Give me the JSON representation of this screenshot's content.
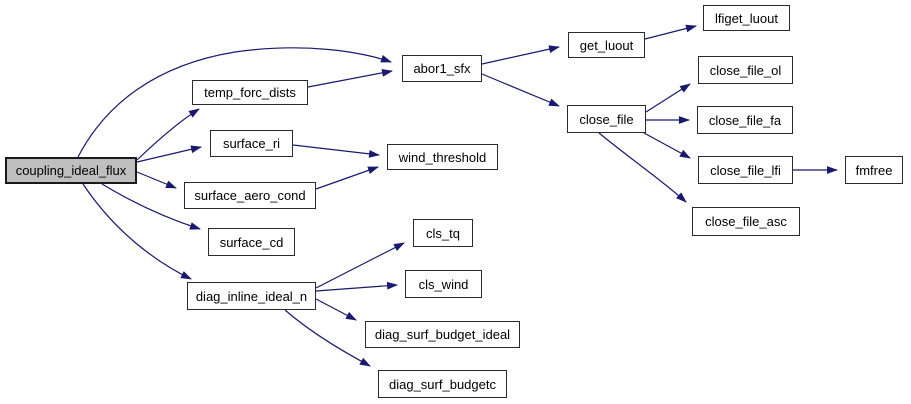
{
  "diagram": {
    "type": "call-graph",
    "colors": {
      "edge": "#191970",
      "node_border": "#2b2b2b",
      "node_fill": "#ffffff",
      "root_fill": "#bfbfbf",
      "text": "#000000",
      "background": "#ffffff"
    },
    "nodes": [
      {
        "label": "coupling_ideal_flux",
        "root": true
      },
      {
        "label": "temp_forc_dists"
      },
      {
        "label": "surface_ri"
      },
      {
        "label": "surface_aero_cond"
      },
      {
        "label": "surface_cd"
      },
      {
        "label": "diag_inline_ideal_n"
      },
      {
        "label": "abor1_sfx"
      },
      {
        "label": "wind_threshold"
      },
      {
        "label": "cls_tq"
      },
      {
        "label": "cls_wind"
      },
      {
        "label": "diag_surf_budget_ideal"
      },
      {
        "label": "diag_surf_budgetc"
      },
      {
        "label": "get_luout"
      },
      {
        "label": "close_file"
      },
      {
        "label": "lfiget_luout"
      },
      {
        "label": "close_file_ol"
      },
      {
        "label": "close_file_fa"
      },
      {
        "label": "close_file_lfi"
      },
      {
        "label": "close_file_asc"
      },
      {
        "label": "fmfree"
      }
    ],
    "edges": [
      {
        "from": "coupling_ideal_flux",
        "to": "abor1_sfx"
      },
      {
        "from": "coupling_ideal_flux",
        "to": "temp_forc_dists"
      },
      {
        "from": "coupling_ideal_flux",
        "to": "surface_ri"
      },
      {
        "from": "coupling_ideal_flux",
        "to": "surface_aero_cond"
      },
      {
        "from": "coupling_ideal_flux",
        "to": "surface_cd"
      },
      {
        "from": "coupling_ideal_flux",
        "to": "diag_inline_ideal_n"
      },
      {
        "from": "temp_forc_dists",
        "to": "abor1_sfx"
      },
      {
        "from": "surface_ri",
        "to": "wind_threshold"
      },
      {
        "from": "surface_aero_cond",
        "to": "wind_threshold"
      },
      {
        "from": "abor1_sfx",
        "to": "get_luout"
      },
      {
        "from": "abor1_sfx",
        "to": "close_file"
      },
      {
        "from": "get_luout",
        "to": "lfiget_luout"
      },
      {
        "from": "close_file",
        "to": "close_file_ol"
      },
      {
        "from": "close_file",
        "to": "close_file_fa"
      },
      {
        "from": "close_file",
        "to": "close_file_lfi"
      },
      {
        "from": "close_file",
        "to": "close_file_asc"
      },
      {
        "from": "close_file_lfi",
        "to": "fmfree"
      },
      {
        "from": "diag_inline_ideal_n",
        "to": "cls_tq"
      },
      {
        "from": "diag_inline_ideal_n",
        "to": "cls_wind"
      },
      {
        "from": "diag_inline_ideal_n",
        "to": "diag_surf_budget_ideal"
      },
      {
        "from": "diag_inline_ideal_n",
        "to": "diag_surf_budgetc"
      }
    ]
  }
}
